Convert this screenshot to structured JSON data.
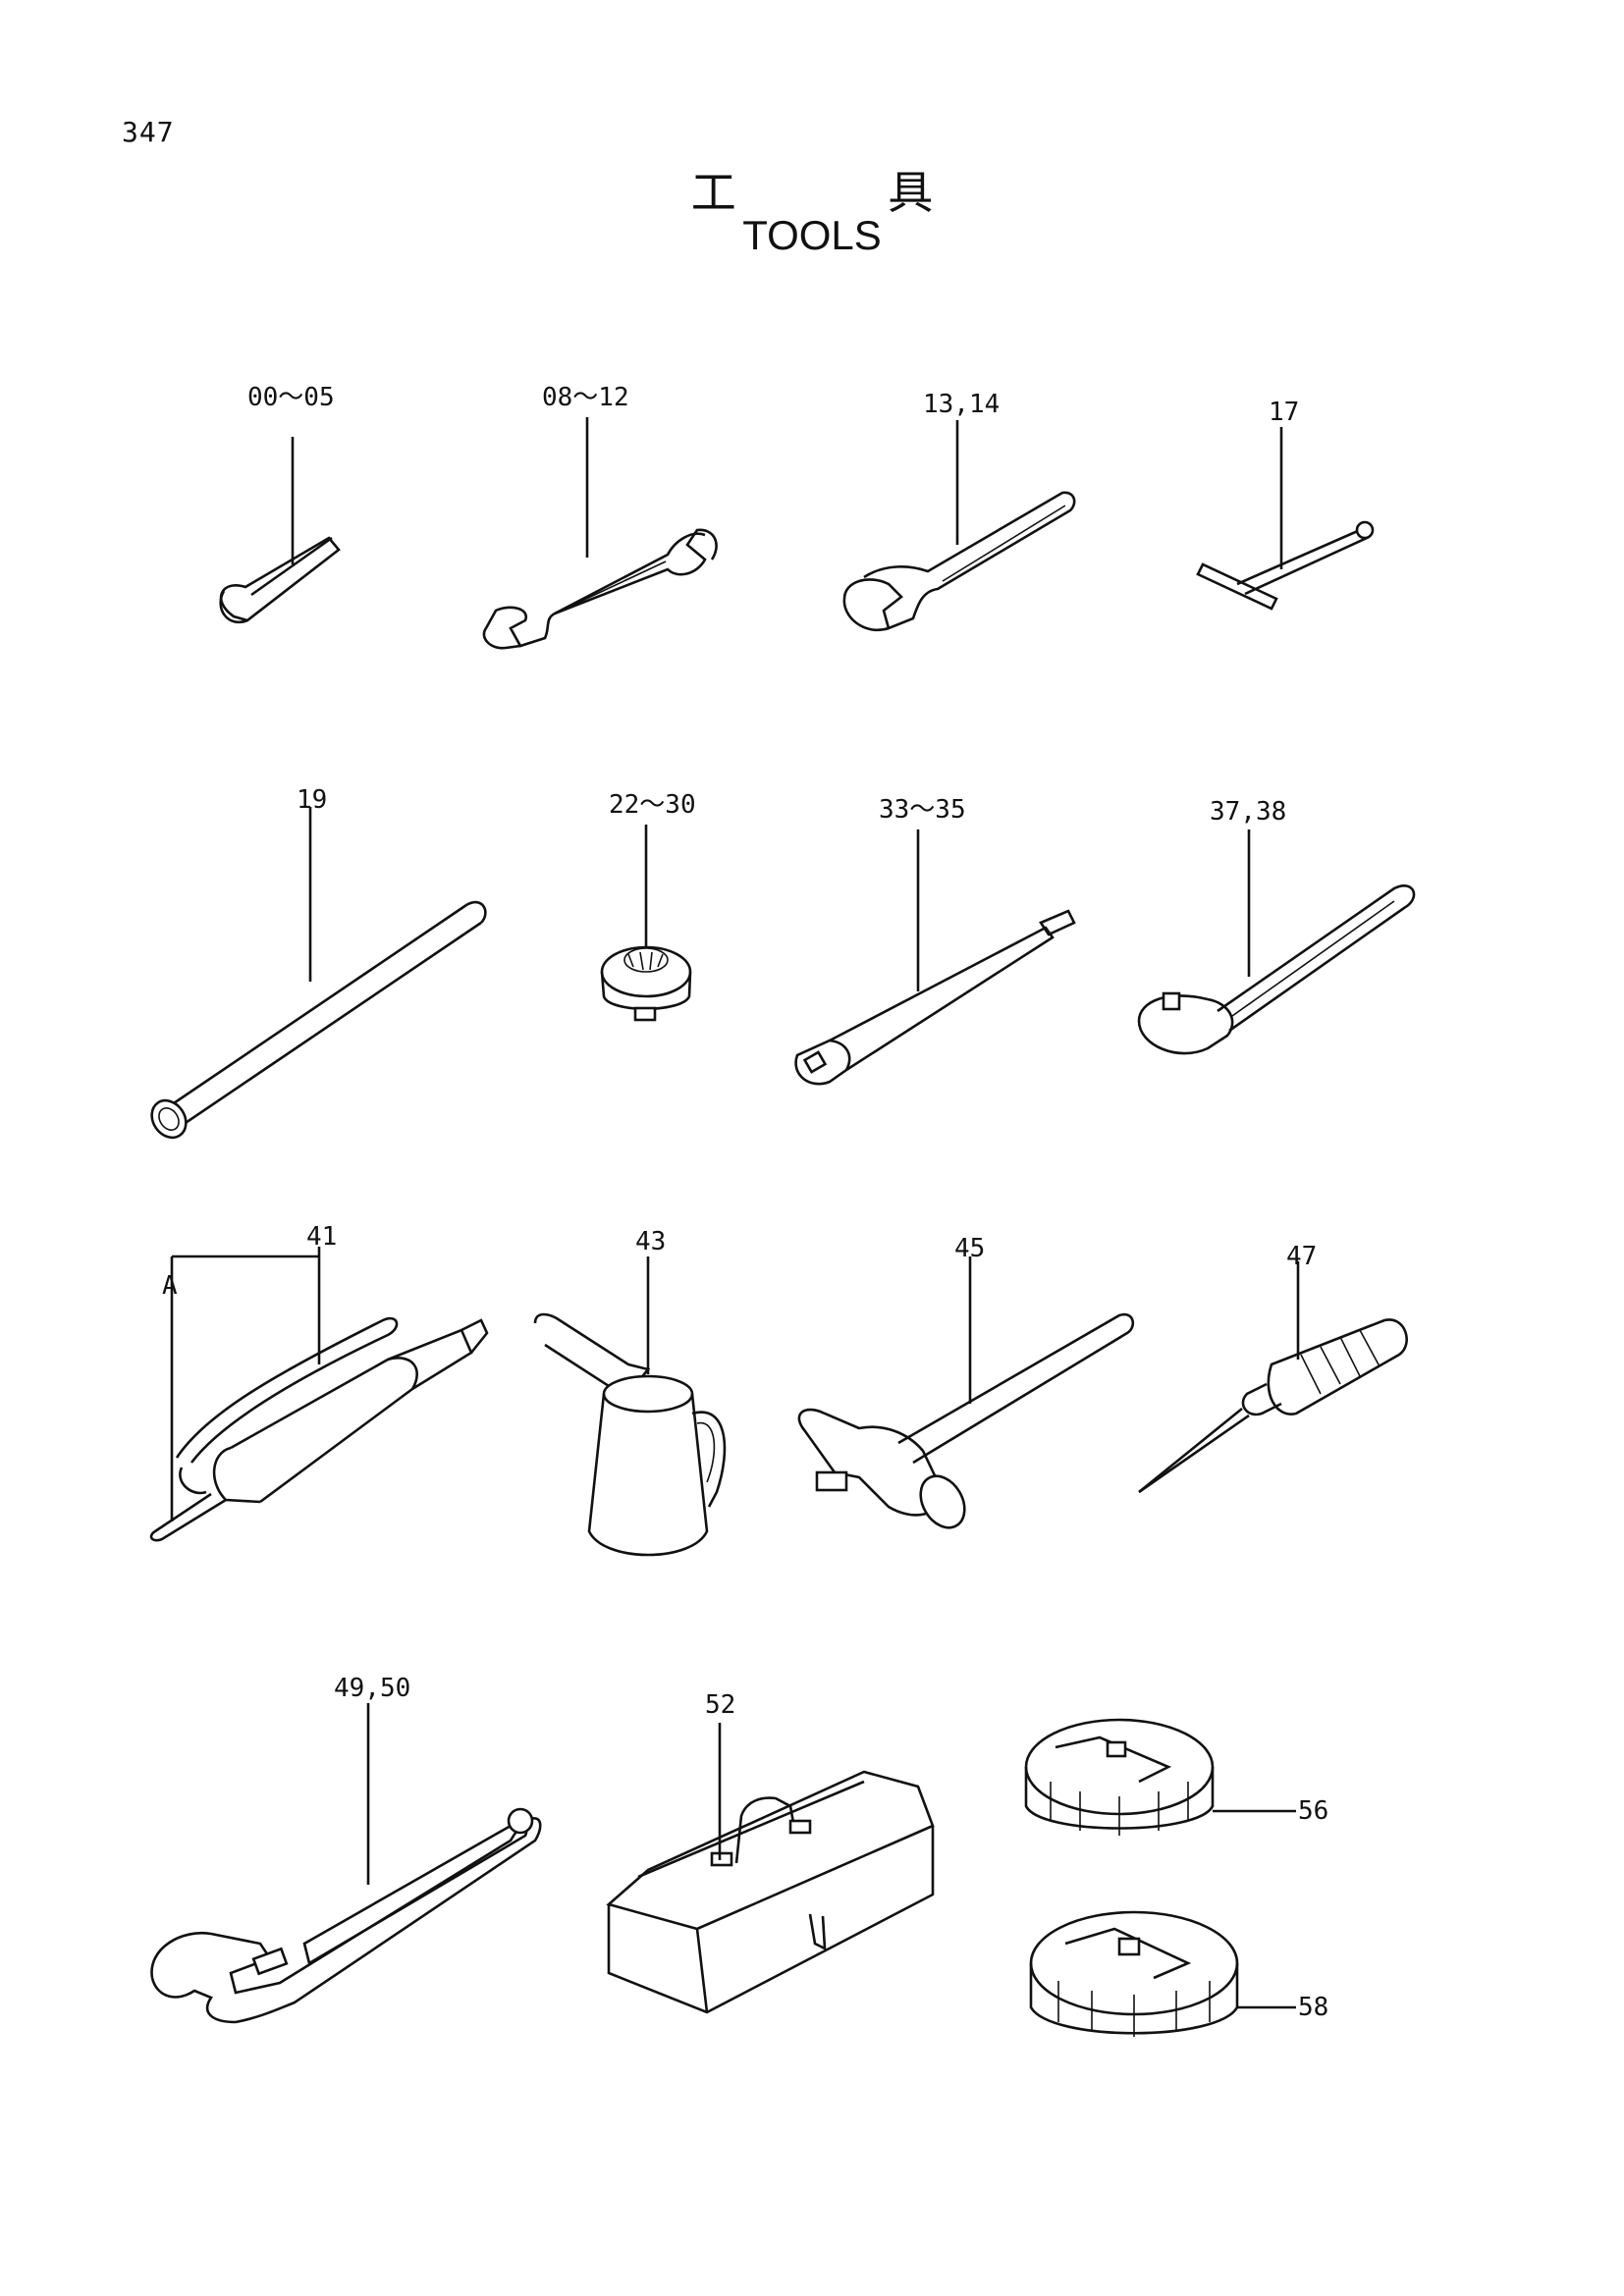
{
  "page_number": "347",
  "title": {
    "japanese": "工 具",
    "english": "TOOLS"
  },
  "callouts": {
    "hex_key": "00～05",
    "double_open_wrench": "08～12",
    "single_open_wrench": "13,14",
    "t_handle_wrench": "17",
    "pipe_bar": "19",
    "socket": "22～30",
    "extension_bar": "33～35",
    "ratchet_handle": "37,38",
    "grease_gun": "41",
    "grease_gun_detail": "A",
    "oil_can": "43",
    "hammer": "45",
    "screwdriver": "47",
    "adjustable_wrench": "49,50",
    "tool_box": "52",
    "filter_wrench_small": "56",
    "filter_wrench_large": "58"
  }
}
